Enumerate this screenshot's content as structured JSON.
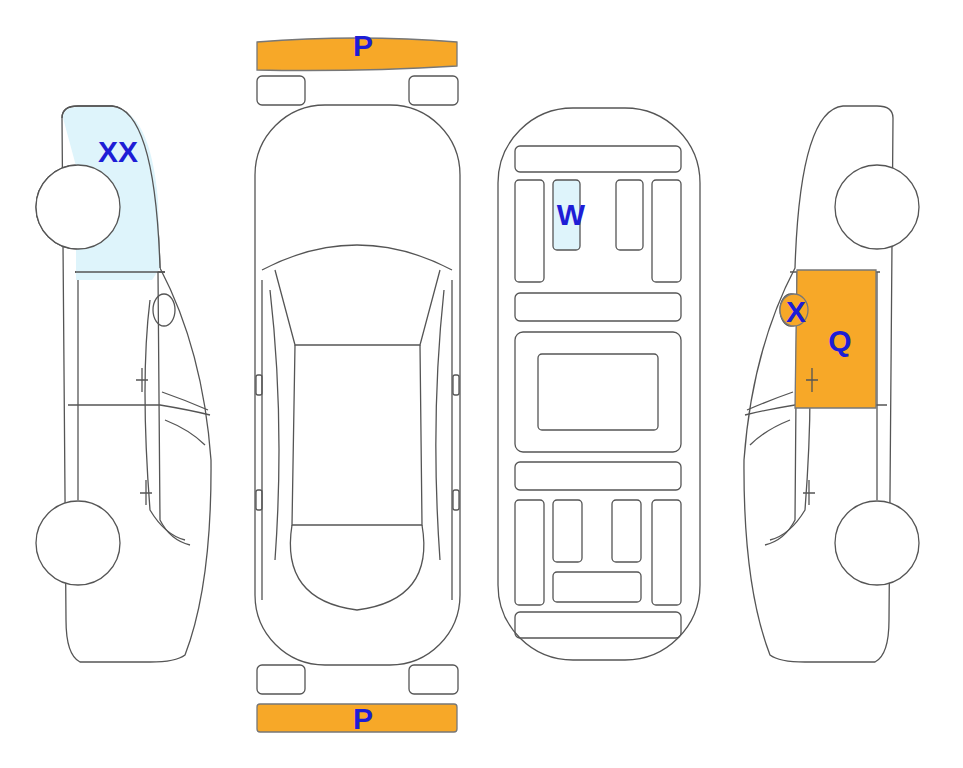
{
  "diagram": {
    "labels": [
      "P",
      "XX",
      "W",
      "X",
      "Q",
      "P"
    ]
  }
}
